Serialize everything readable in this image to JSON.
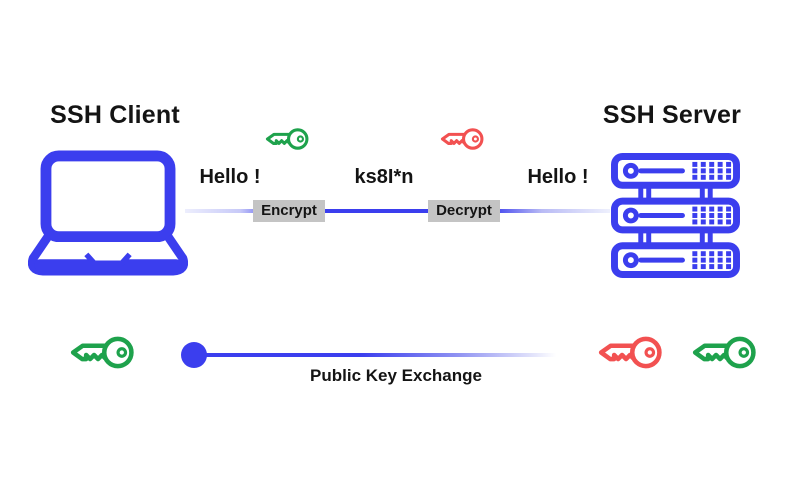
{
  "colors": {
    "blue": "#3b3eee",
    "green": "#1ea24c",
    "red": "#f25151",
    "label_bg": "#c4c4c4",
    "ink": "#141414",
    "line_fade": "#e9e9fc"
  },
  "client": {
    "title": "SSH Client",
    "icon": "laptop-icon"
  },
  "server": {
    "title": "SSH Server",
    "icon": "server-rack-icon"
  },
  "transmission": {
    "client_message": "Hello !",
    "ciphertext": "ks8I*n",
    "server_message": "Hello !",
    "encrypt_label": "Encrypt",
    "decrypt_label": "Decrypt",
    "encrypt_key_icon": "green-key-icon",
    "decrypt_key_icon": "red-key-icon"
  },
  "exchange": {
    "label": "Public Key Exchange",
    "client_key_icon": "green-key-icon",
    "server_key_icons": [
      "red-key-icon",
      "green-key-icon"
    ]
  }
}
